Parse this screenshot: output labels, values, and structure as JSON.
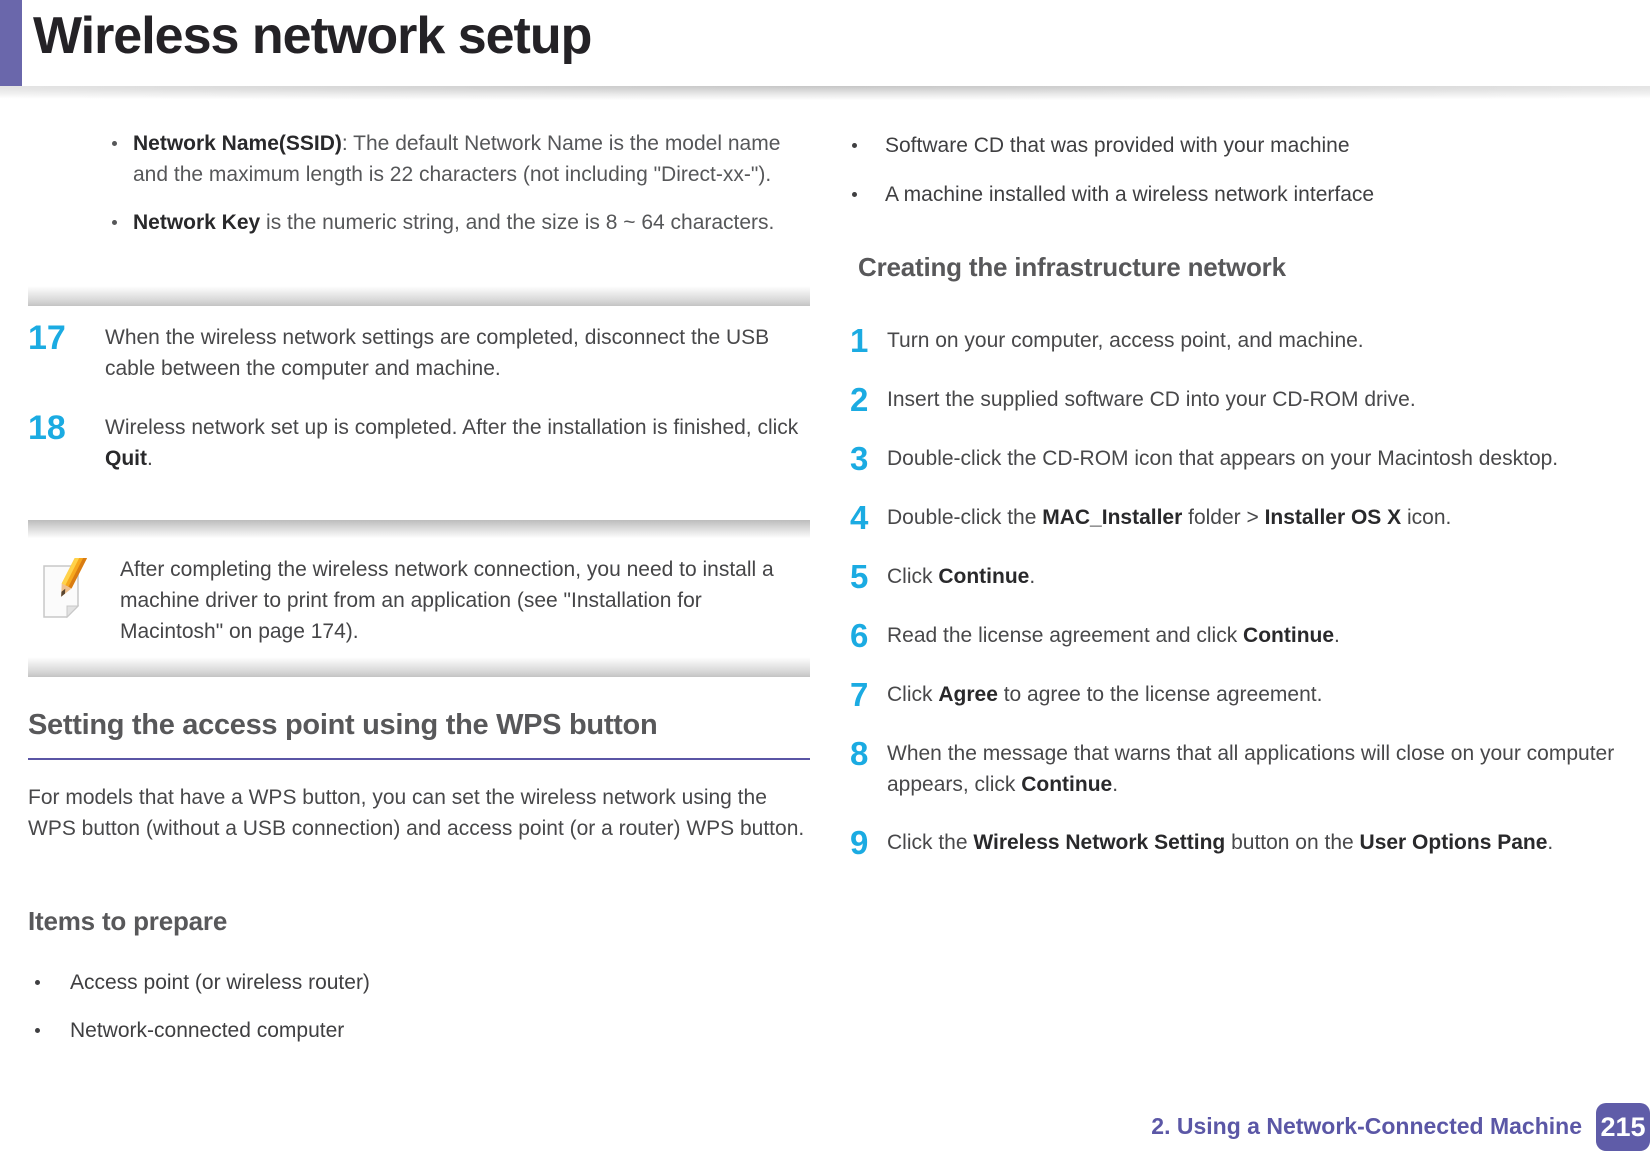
{
  "header": {
    "title": "Wireless network setup"
  },
  "colors": {
    "accent_purple": "#6a67ab",
    "step_number_cyan": "#1babe2",
    "heading_gray": "#58585a",
    "footer_purple": "#5b57a6",
    "page_box_bg": "#5f5ca8"
  },
  "left": {
    "top_bullets": [
      [
        {
          "t": "Network Name(SSID)",
          "b": true
        },
        {
          "t": ": The default Network Name is the model name and the maximum length is 22 characters (not including \"Direct-xx-\")."
        }
      ],
      [
        {
          "t": "Network Key",
          "b": true
        },
        {
          "t": " is the numeric string, and the size is 8 ~ 64 characters."
        }
      ]
    ],
    "steps": [
      {
        "num": "17",
        "rich": [
          {
            "t": "When the wireless network settings are completed, disconnect the USB cable between the computer and machine."
          }
        ]
      },
      {
        "num": "18",
        "rich": [
          {
            "t": "Wireless network set up is completed. After the installation is finished, click "
          },
          {
            "t": "Quit",
            "b": true
          },
          {
            "t": "."
          }
        ]
      }
    ],
    "note": {
      "icon": "note-pencil-icon",
      "rich": [
        {
          "t": "After completing the wireless network connection, you need to install a machine driver to print from an application (see \"Installation for Macintosh\" on page 174)."
        }
      ]
    },
    "section": {
      "title": "Setting the access point using the WPS button",
      "body": "For models that have a WPS button, you can set the wireless network using the WPS button (without a USB connection) and access point (or a router) WPS button."
    },
    "items_heading": "Items to prepare",
    "items": [
      "Access point (or wireless router)",
      "Network-connected computer"
    ]
  },
  "right": {
    "bullets": [
      "Software CD that was provided with your machine",
      "A machine installed with a wireless network interface"
    ],
    "subsection_heading": "Creating the infrastructure network",
    "steps": [
      {
        "num": "1",
        "rich": [
          {
            "t": "Turn on your computer, access point, and machine."
          }
        ]
      },
      {
        "num": "2",
        "rich": [
          {
            "t": "Insert the supplied software CD into your CD-ROM drive."
          }
        ]
      },
      {
        "num": "3",
        "rich": [
          {
            "t": "Double-click the CD-ROM icon that appears on your Macintosh desktop."
          }
        ]
      },
      {
        "num": "4",
        "rich": [
          {
            "t": "Double-click the "
          },
          {
            "t": "MAC_Installer",
            "b": true
          },
          {
            "t": " folder > "
          },
          {
            "t": "Installer OS X",
            "b": true
          },
          {
            "t": " icon."
          }
        ]
      },
      {
        "num": "5",
        "rich": [
          {
            "t": "Click "
          },
          {
            "t": "Continue",
            "b": true
          },
          {
            "t": "."
          }
        ]
      },
      {
        "num": "6",
        "rich": [
          {
            "t": "Read the license agreement and click "
          },
          {
            "t": "Continue",
            "b": true
          },
          {
            "t": "."
          }
        ]
      },
      {
        "num": "7",
        "rich": [
          {
            "t": "Click "
          },
          {
            "t": "Agree",
            "b": true
          },
          {
            "t": " to agree to the license agreement."
          }
        ]
      },
      {
        "num": "8",
        "rich": [
          {
            "t": "When the message that warns that all applications will close on your computer appears, click "
          },
          {
            "t": "Continue",
            "b": true
          },
          {
            "t": "."
          }
        ]
      },
      {
        "num": "9",
        "rich": [
          {
            "t": "Click the "
          },
          {
            "t": "Wireless Network Setting",
            "b": true
          },
          {
            "t": " button on the "
          },
          {
            "t": "User Options Pane",
            "b": true
          },
          {
            "t": "."
          }
        ]
      }
    ]
  },
  "footer": {
    "chapter": "2.  Using a Network-Connected Machine",
    "page_number": "215"
  }
}
